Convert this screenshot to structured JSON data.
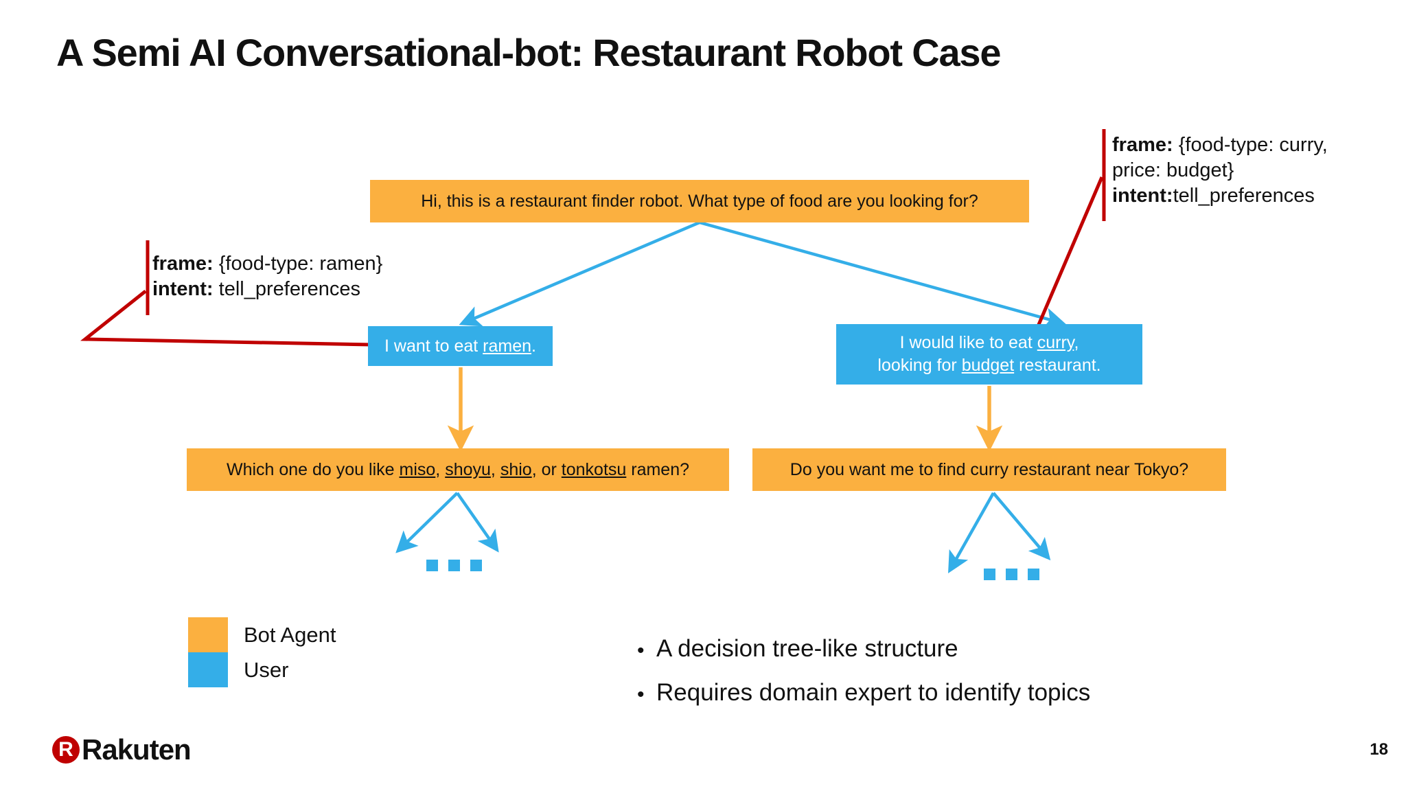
{
  "slide": {
    "title": "A Semi AI Conversational-bot: Restaurant Robot Case",
    "page_number": "18"
  },
  "colors": {
    "bot_agent": "#FBB040",
    "user": "#34AEE8",
    "annotation_line": "#C00000",
    "text": "#111111",
    "logo_red": "#BF0000"
  },
  "tree": {
    "greeting": "Hi, this is a restaurant finder robot. What type of food are you looking for?",
    "user_ramen": {
      "before": "I want to eat ",
      "highlight": "ramen",
      "after": "."
    },
    "user_curry": {
      "line1_before": "I would like to eat ",
      "line1_highlight": "curry",
      "line1_after": ",",
      "line2_before": "looking for ",
      "line2_highlight": "budget",
      "line2_after": " restaurant."
    },
    "bot_ramen_kind": {
      "before": "Which one do you like ",
      "h1": "miso",
      "sep1": ", ",
      "h2": "shoyu",
      "sep2": ", ",
      "h3": "shio",
      "sep3": ", or ",
      "h4": "tonkotsu",
      "after": " ramen?"
    },
    "bot_curry_find": "Do you want me to find curry restaurant near Tokyo?"
  },
  "annotations": {
    "left": {
      "frame_label": "frame:",
      "frame_value": " {food-type: ramen}",
      "intent_label": "intent:",
      "intent_value": " tell_preferences"
    },
    "right": {
      "frame_label": "frame:",
      "frame_value": " {food-type: curry,",
      "line2": "price: budget}",
      "intent_label": "intent:",
      "intent_value": "tell_preferences"
    }
  },
  "legend": {
    "items": [
      {
        "label": "Bot Agent",
        "color": "#FBB040"
      },
      {
        "label": "User",
        "color": "#34AEE8"
      }
    ]
  },
  "bullets": {
    "marker": "•",
    "items": [
      "A decision tree-like structure",
      "Requires domain expert to identify topics"
    ]
  },
  "logo": {
    "mark": "R",
    "word": "Rakuten"
  }
}
